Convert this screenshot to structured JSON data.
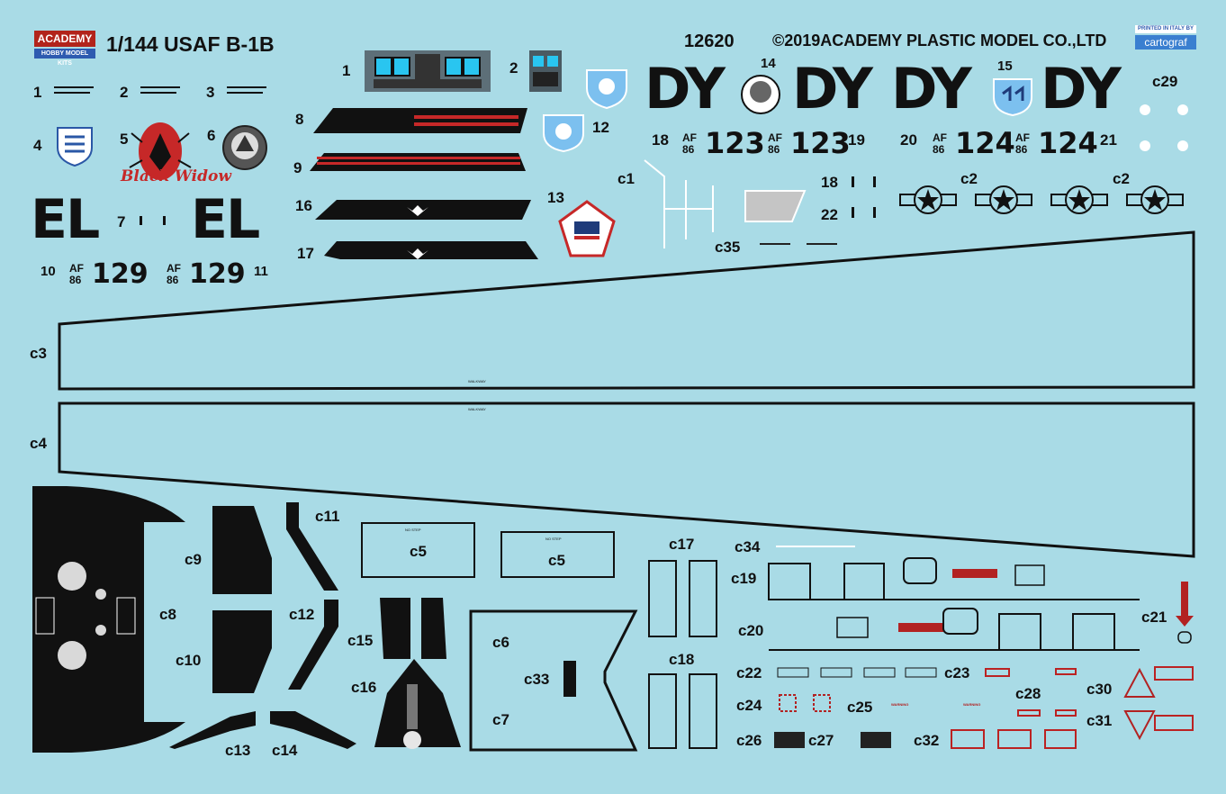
{
  "header": {
    "brand": "ACADEMY",
    "brand_sub": "HOBBY MODEL KITS",
    "title": "1/144 USAF B-1B",
    "kit_number": "12620",
    "copyright": "©2019ACADEMY PLASTIC MODEL CO.,LTD",
    "printer_note": "PRINTED IN ITALY BY",
    "printer": "cartograf"
  },
  "labels": {
    "n1": "1",
    "n2": "2",
    "n3": "3",
    "n4": "4",
    "n5": "5",
    "n6": "6",
    "n7": "7",
    "n8": "8",
    "n9": "9",
    "n10": "10",
    "n11": "11",
    "n12": "12",
    "n13": "13",
    "n14": "14",
    "n15": "15",
    "n16": "16",
    "n17": "17",
    "n18a": "18",
    "n19": "19",
    "n20": "20",
    "n21": "21",
    "n18b": "18",
    "n22": "22",
    "c1": "c1",
    "c2a": "c2",
    "c2b": "c2",
    "c3": "c3",
    "c4": "c4",
    "c5a": "c5",
    "c5b": "c5",
    "c6": "c6",
    "c7": "c7",
    "c8": "c8",
    "c9": "c9",
    "c10": "c10",
    "c11": "c11",
    "c12": "c12",
    "c13": "c13",
    "c14": "c14",
    "c15": "c15",
    "c16": "c16",
    "c17": "c17",
    "c18": "c18",
    "c19": "c19",
    "c20": "c20",
    "c21": "c21",
    "c22": "c22",
    "c23": "c23",
    "c24": "c24",
    "c25": "c25",
    "c26": "c26",
    "c27": "c27",
    "c28": "c28",
    "c29": "c29",
    "c30": "c30",
    "c31": "c31",
    "c32": "c32",
    "c33": "c33",
    "c34": "c34",
    "c35": "c35"
  },
  "markings": {
    "el_left": "EL",
    "el_right": "EL",
    "af": "AF",
    "yr": "86",
    "serial_129a": "129",
    "serial_129b": "129",
    "serial_123a": "123",
    "serial_123b": "123",
    "serial_124a": "124",
    "serial_124b": "124",
    "dy1": "DY",
    "dy2": "DY",
    "dy3": "DY",
    "dy4": "DY",
    "nose_art": "Black Widow"
  },
  "stencils": {
    "walkway": "WALKWAY",
    "no_step": "NO STEP",
    "warning": "WARNING"
  },
  "colors": {
    "sheet": "#a9dbe6",
    "ink": "#111111",
    "red": "#b22222",
    "shield_blue": "#7cc0ef"
  }
}
